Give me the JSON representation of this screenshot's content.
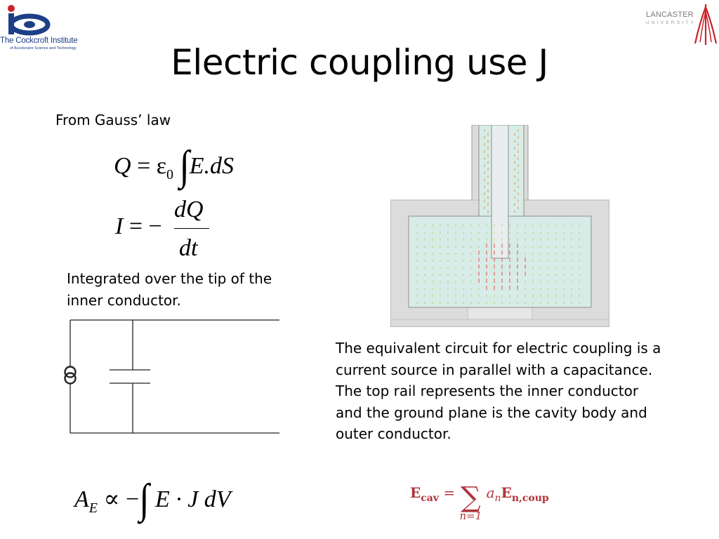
{
  "header": {
    "title": "Electric coupling use J",
    "left_logo_name": "The Cockcroft Institute",
    "left_logo_sub": "of Accelerator Science and Technology",
    "right_logo_name": "LANCASTER",
    "right_logo_sub": "UNIVERSITY"
  },
  "content": {
    "gauss_label": "From Gauss’ law",
    "integrated_text": "Integrated over the tip of the inner conductor.",
    "equivalent_lines": [
      "The equivalent circuit for electric coupling is a current source in parallel with a capacitance.",
      "The top rail represents the inner conductor and the ground plane is the cavity body and outer conductor."
    ]
  },
  "equations": {
    "gauss": {
      "lhs": "Q",
      "op": "=",
      "eps": "ε",
      "eps_sub": "0",
      "integral": "∫",
      "integrand": "E.dS"
    },
    "current": {
      "lhs": "I",
      "op": "= −",
      "num": "dQ",
      "den": "dt"
    },
    "ae": {
      "lhs": "A",
      "lhs_sub": "E",
      "op": "∝ −",
      "integral": "∫",
      "integrand": "E · J  dV"
    },
    "ecav": {
      "lhs": "E",
      "lhs_sub": "cav",
      "op": "=",
      "sum": "∑",
      "sum_index": "n=1",
      "coef": "a",
      "coef_sub": "n",
      "term": "E",
      "term_sub": "n,coup"
    }
  },
  "colors": {
    "logo_blue": "#1d3f86",
    "logo_red": "#c9242b",
    "cavity_fill": "#dcdcdc",
    "cavity_interior": "#d8ece7",
    "ecav_red": "#b0333a"
  }
}
